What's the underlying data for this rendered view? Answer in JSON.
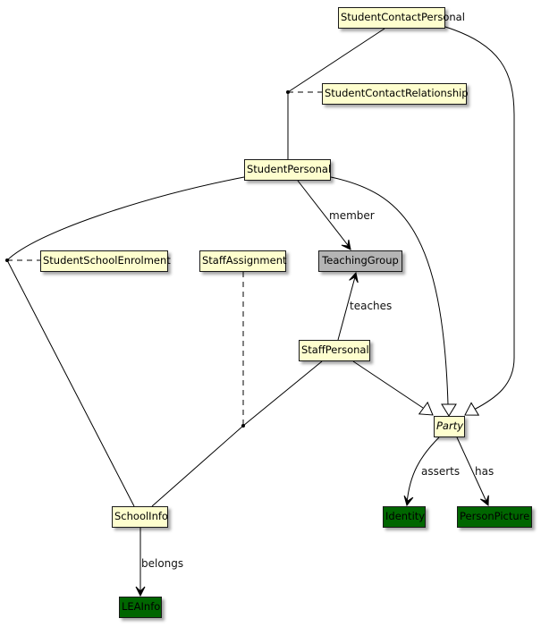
{
  "diagram": {
    "colors": {
      "entity": "#fefece",
      "reference": "#006600",
      "external": "#b4b4b4",
      "line": "#000000"
    },
    "nodes": [
      {
        "id": "StudentContactPersonal",
        "label": "StudentContactPersonal",
        "kind": "entity"
      },
      {
        "id": "StudentContactRelationship",
        "label": "StudentContactRelationship",
        "kind": "entity"
      },
      {
        "id": "StudentPersonal",
        "label": "StudentPersonal",
        "kind": "entity"
      },
      {
        "id": "StudentSchoolEnrolment",
        "label": "StudentSchoolEnrolment",
        "kind": "entity"
      },
      {
        "id": "StaffAssignment",
        "label": "StaffAssignment",
        "kind": "entity"
      },
      {
        "id": "TeachingGroup",
        "label": "TeachingGroup",
        "kind": "external"
      },
      {
        "id": "StaffPersonal",
        "label": "StaffPersonal",
        "kind": "entity"
      },
      {
        "id": "Party",
        "label": "Party",
        "kind": "abstract"
      },
      {
        "id": "SchoolInfo",
        "label": "SchoolInfo",
        "kind": "entity"
      },
      {
        "id": "Identity",
        "label": "Identity",
        "kind": "reference"
      },
      {
        "id": "PersonPicture",
        "label": "PersonPicture",
        "kind": "reference"
      },
      {
        "id": "LEAInfo",
        "label": "LEAInfo",
        "kind": "reference"
      }
    ],
    "edges": [
      {
        "from": "StudentContactPersonal",
        "to": "StudentPersonal",
        "type": "association-class",
        "via": "StudentContactRelationship",
        "label": ""
      },
      {
        "from": "StudentPersonal",
        "to": "SchoolInfo",
        "type": "association-class",
        "via": "StudentSchoolEnrolment",
        "label": ""
      },
      {
        "from": "StaffPersonal",
        "to": "SchoolInfo",
        "type": "association-class",
        "via": "StaffAssignment",
        "label": ""
      },
      {
        "from": "StudentPersonal",
        "to": "TeachingGroup",
        "type": "directed",
        "label": "member"
      },
      {
        "from": "StaffPersonal",
        "to": "TeachingGroup",
        "type": "directed",
        "label": "teaches"
      },
      {
        "from": "StudentPersonal",
        "to": "Party",
        "type": "generalization",
        "label": ""
      },
      {
        "from": "StaffPersonal",
        "to": "Party",
        "type": "generalization",
        "label": ""
      },
      {
        "from": "StudentContactPersonal",
        "to": "Party",
        "type": "generalization",
        "label": ""
      },
      {
        "from": "Party",
        "to": "Identity",
        "type": "directed",
        "label": "asserts"
      },
      {
        "from": "Party",
        "to": "PersonPicture",
        "type": "directed",
        "label": "has"
      },
      {
        "from": "SchoolInfo",
        "to": "LEAInfo",
        "type": "directed",
        "label": "belongs"
      }
    ]
  }
}
